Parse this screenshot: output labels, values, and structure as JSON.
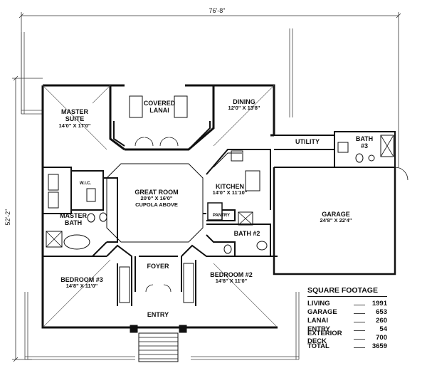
{
  "dimensions": {
    "overall_width": "76'-8\"",
    "overall_depth": "52'-2\""
  },
  "rooms": {
    "master_suite": {
      "name_line1": "MASTER",
      "name_line2": "SUITE",
      "size": "14'0\" X 17'0\""
    },
    "covered_lanai": {
      "name_line1": "COVERED",
      "name_line2": "LANAI"
    },
    "dining": {
      "name": "DINING",
      "size": "12'0\" X 13'8\""
    },
    "utility": {
      "name": "UTILITY"
    },
    "bath3": {
      "name_line1": "BATH",
      "name_line2": "#3"
    },
    "wic": {
      "name": "W.I.C."
    },
    "great_room": {
      "name": "GREAT ROOM",
      "size": "20'0\" X 16'0\"",
      "note": "CUPOLA ABOVE"
    },
    "kitchen": {
      "name": "KITCHEN",
      "size": "14'0\" X 11'10\""
    },
    "pantry": {
      "name": "PANTRY"
    },
    "master_bath": {
      "name_line1": "MASTER",
      "name_line2": "BATH"
    },
    "bath2": {
      "name": "BATH #2"
    },
    "garage": {
      "name": "GARAGE",
      "size": "24'8\" X 22'4\""
    },
    "foyer": {
      "name": "FOYER"
    },
    "bedroom3": {
      "name": "BEDROOM #3",
      "size": "14'8\" X 11'0\""
    },
    "bedroom2": {
      "name": "BEDROOM #2",
      "size": "14'8\" X 11'0\""
    },
    "entry": {
      "name": "ENTRY"
    }
  },
  "square_footage": {
    "title": "SQUARE FOOTAGE",
    "rows": [
      {
        "label": "LIVING",
        "value": "1991"
      },
      {
        "label": "GARAGE",
        "value": "653"
      },
      {
        "label": "LANAI",
        "value": "260"
      },
      {
        "label": "ENTRY",
        "value": "54"
      },
      {
        "label": "EXTERIOR DECK",
        "value": "700"
      },
      {
        "label": "TOTAL",
        "value": "3659"
      }
    ]
  }
}
